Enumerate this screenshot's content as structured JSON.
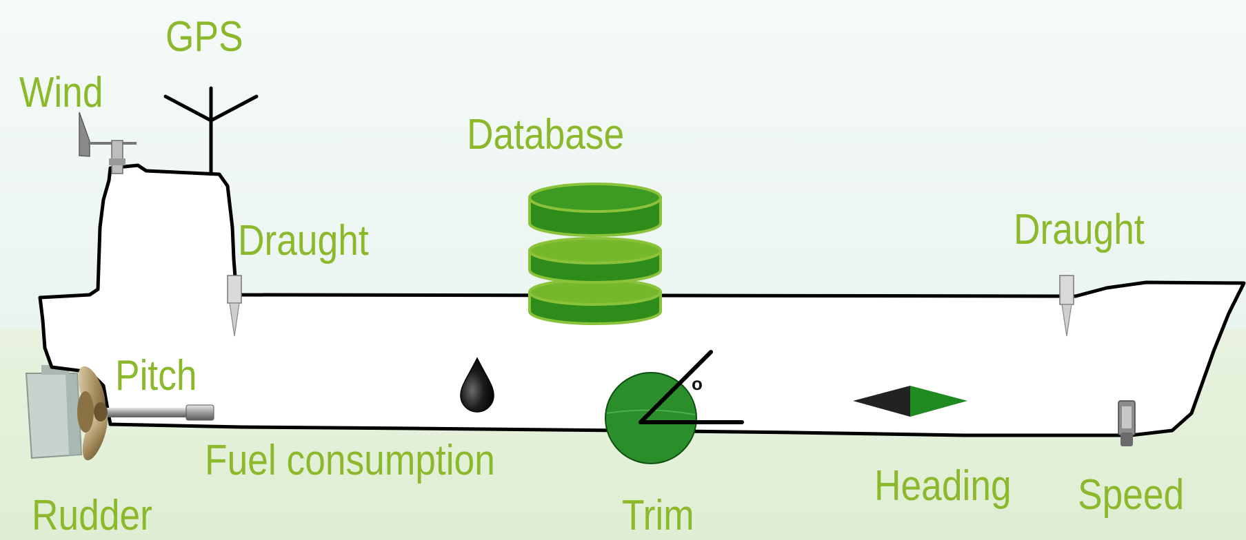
{
  "labels": {
    "gps": "GPS",
    "wind": "Wind",
    "database": "Database",
    "draught_aft": "Draught",
    "draught_fwd": "Draught",
    "pitch": "Pitch",
    "fuel_consumption": "Fuel consumption",
    "rudder": "Rudder",
    "trim": "Trim",
    "heading": "Heading",
    "speed": "Speed",
    "trim_angle_symbol": "o"
  },
  "colors": {
    "label_green": "#8cb82b",
    "db_dark": "#2b8a18",
    "db_light": "#7fb930",
    "trim_green": "#1f8a1f",
    "sky_top": "#f3f9f6",
    "sea": "#e6f1dc",
    "hull_outline": "#000000"
  },
  "icons": [
    "gps-antenna-icon",
    "wind-vane-icon",
    "database-icon",
    "draught-sensor-icon",
    "oil-drop-icon",
    "trim-gauge-icon",
    "compass-needle-icon",
    "speed-log-icon",
    "propeller-icon",
    "rudder-icon"
  ]
}
